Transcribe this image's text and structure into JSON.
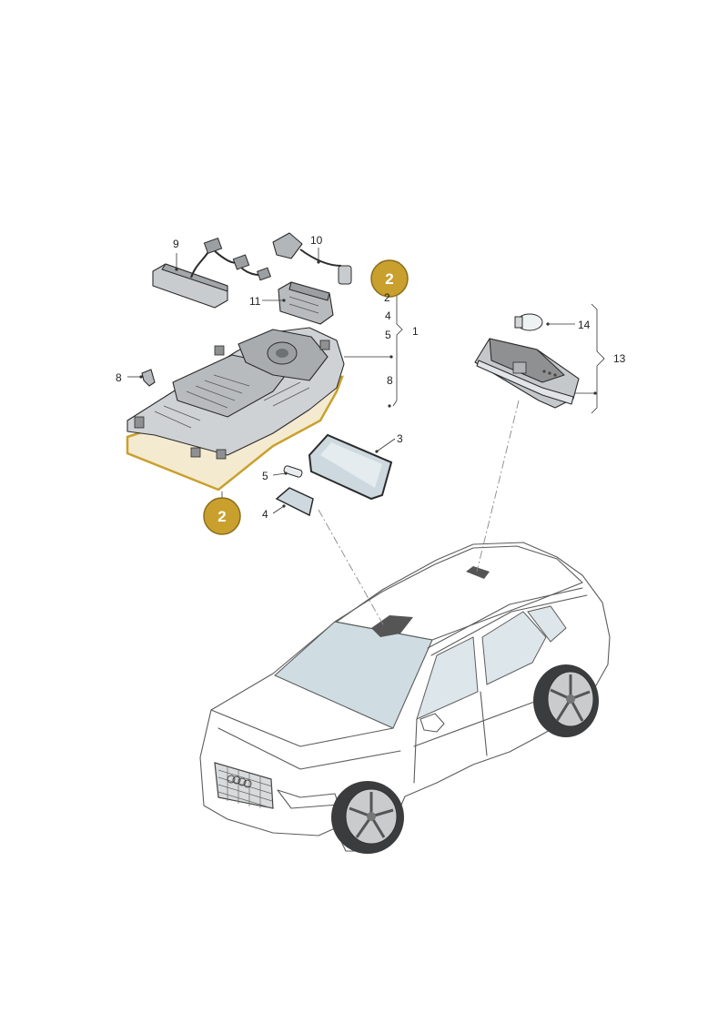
{
  "colors": {
    "badge_fill": "#c9a02e",
    "badge_stroke": "#8a6d1a",
    "highlight": "#d2b56a",
    "part_gray": "#d4d6d8",
    "part_dark": "#8e9092",
    "glass": "#c8d8de"
  },
  "badges": [
    {
      "id": "badge-top",
      "text": "2"
    },
    {
      "id": "badge-bottom",
      "text": "2"
    }
  ],
  "labels": {
    "l1": "1",
    "l2": "2",
    "l3": "3",
    "l4_stack": "4",
    "l4_lens": "4",
    "l5_stack": "5",
    "l5_bulb": "5",
    "l8_stack": "8",
    "l8_clip": "8",
    "l9": "9",
    "l10": "10",
    "l11": "11",
    "l13": "13",
    "l14": "14"
  }
}
